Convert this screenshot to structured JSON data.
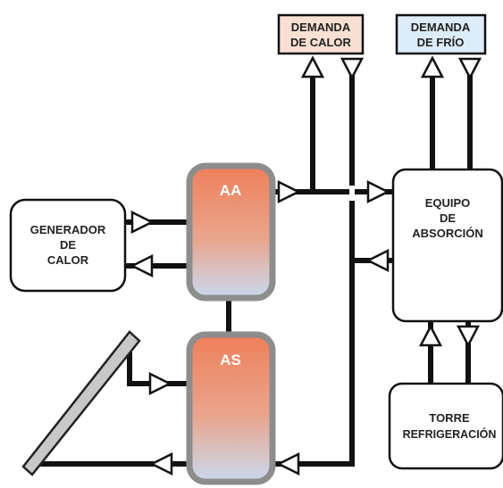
{
  "demand_heat": {
    "line1": "DEMANDA",
    "line2": "DE CALOR",
    "fill": "#f9e0d2"
  },
  "demand_cold": {
    "line1": "DEMANDA",
    "line2": "DE FRÍO",
    "fill": "#dcecf8"
  },
  "generator": {
    "line1": "GENERADOR",
    "line2": "DE",
    "line3": "CALOR"
  },
  "absorption": {
    "line1": "EQUIPO",
    "line2": "DE",
    "line3": "ABSORCIÓN"
  },
  "tower": {
    "line1": "TORRE",
    "line2": "REFRIGERACIÓN"
  },
  "tank_aa": {
    "label": "AA"
  },
  "tank_as": {
    "label": "AS"
  },
  "colors": {
    "tank_top": "#ef7f5a",
    "tank_bottom": "#c9d9ee",
    "tank_border": "#8d8d8d",
    "line": "#111111"
  }
}
